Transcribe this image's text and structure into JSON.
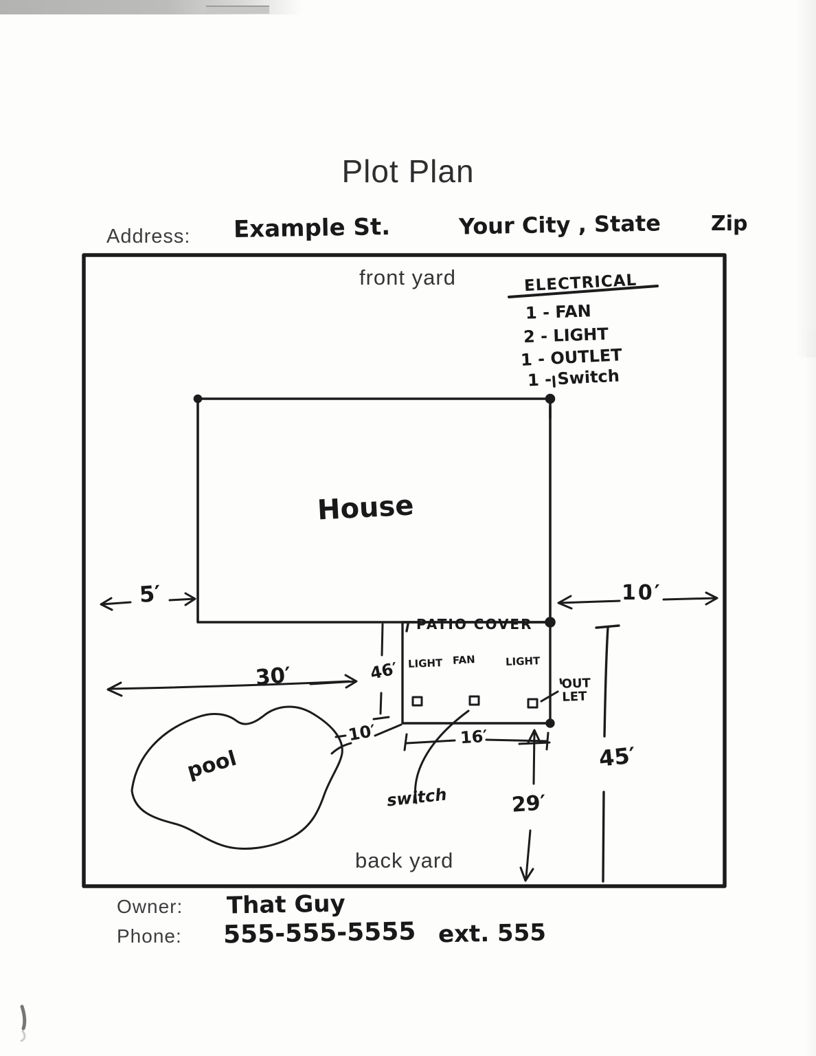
{
  "title": "Plot Plan",
  "form": {
    "address_label": "Address:",
    "front_yard_label": "front yard",
    "back_yard_label": "back yard",
    "owner_label": "Owner:",
    "phone_label": "Phone:"
  },
  "address": {
    "street": "Example St.",
    "city_state": "Your City , State",
    "zip": "Zip"
  },
  "owner": {
    "name": "That Guy",
    "phone": "555-555-5555",
    "phone_ext": "ext. 555"
  },
  "electrical": {
    "heading": "ELECTRICAL",
    "items": [
      "1 - FAN",
      "2 - LIGHT",
      "1 - OUTLET",
      "1 - Switch"
    ]
  },
  "labels": {
    "house": "House",
    "pool": "pool",
    "patio_cover": "PATIO  COVER",
    "light_left": "LIGHT",
    "fan": "FAN",
    "light_right": "LIGHT",
    "outlet": "OUT\nLET",
    "switch": "switch"
  },
  "dimensions": {
    "left_setback": "5′",
    "right_setback": "10′",
    "pool_span": "30′",
    "patio_height": "46′",
    "pool_to_patio": "10′",
    "patio_width": "16′",
    "patio_to_back_fence": "29′",
    "side_yard_length": "45′"
  },
  "ink_color": "#1c1c1c"
}
